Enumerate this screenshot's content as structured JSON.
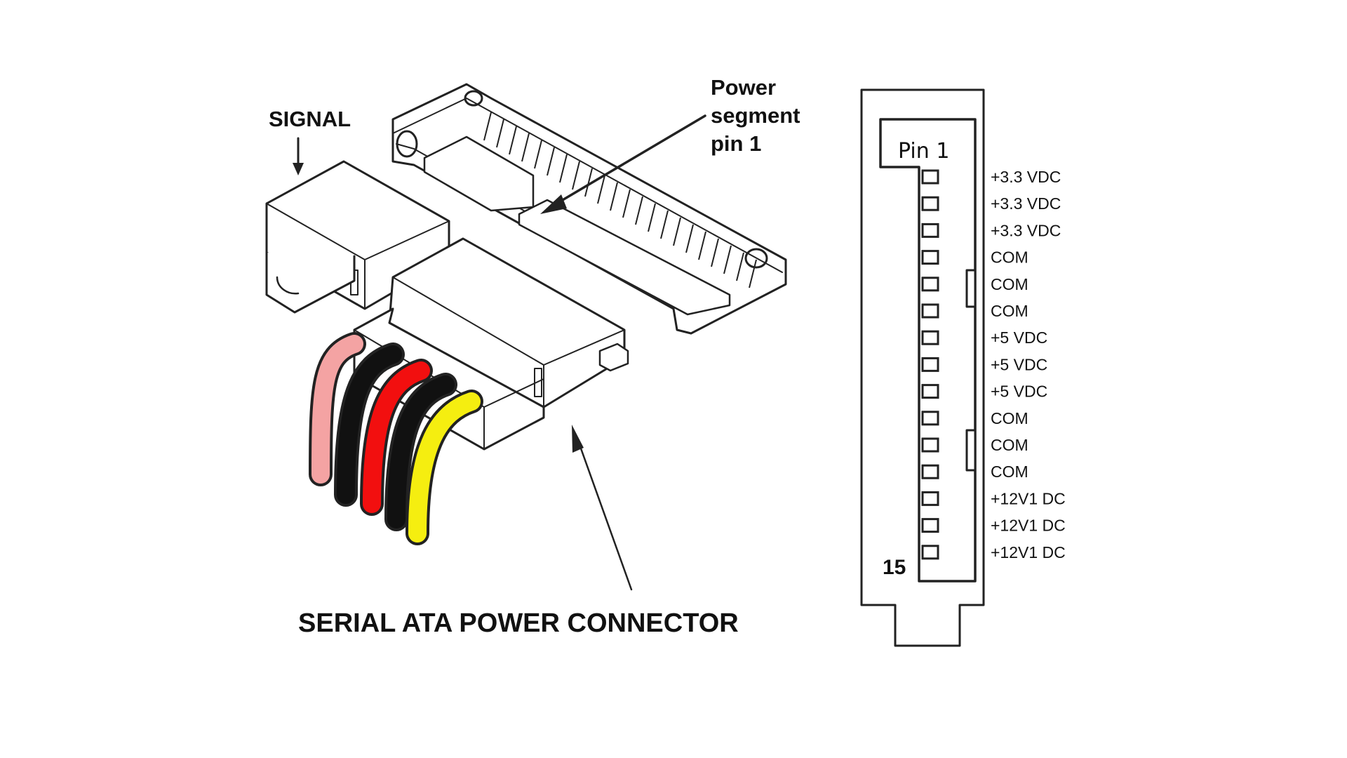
{
  "labels": {
    "signal": "SIGNAL",
    "power_segment": [
      "Power",
      "segment",
      "pin 1"
    ],
    "caption": "SERIAL ATA POWER CONNECTOR",
    "pin1": "Pin 1",
    "pin15": "15"
  },
  "pins": [
    "+3.3 VDC",
    "+3.3 VDC",
    "+3.3 VDC",
    "COM",
    "COM",
    "COM",
    "+5 VDC",
    "+5 VDC",
    "+5 VDC",
    "COM",
    "COM",
    "COM",
    "+12V1 DC",
    "+12V1 DC",
    "+12V1 DC"
  ],
  "wire_colors": [
    "#f4a3a3",
    "#111111",
    "#f20f0f",
    "#111111",
    "#f5ee10"
  ]
}
